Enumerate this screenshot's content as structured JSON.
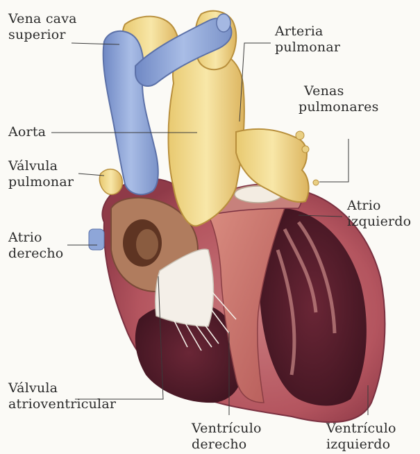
{
  "labels": {
    "vena_cava_superior": [
      "Vena cava",
      "superior"
    ],
    "aorta": [
      "Aorta"
    ],
    "valvula_pulmonar": [
      "Válvula",
      "pulmonar"
    ],
    "atrio_derecho": [
      "Atrio",
      "derecho"
    ],
    "valvula_atrioventricular": [
      "Válvula",
      "atrioventricular"
    ],
    "arteria_pulmonar": [
      "Arteria",
      "pulmonar"
    ],
    "venas_pulmonares": [
      "Venas",
      "pulmonares"
    ],
    "atrio_izquierdo": [
      "Atrio",
      "izquierdo"
    ],
    "ventriculo_derecho": [
      "Ventrículo",
      "derecho"
    ],
    "ventriculo_izquierdo": [
      "Ventrículo",
      "izquierdo"
    ]
  },
  "colors": {
    "background": "#fbfaf6",
    "vein_blue": "#8ea6d8",
    "artery_yellow": "#f0d88a",
    "muscle_red": "#b8525a",
    "muscle_dark": "#5a1e2c",
    "chamber_pink": "#d9a3a0"
  }
}
